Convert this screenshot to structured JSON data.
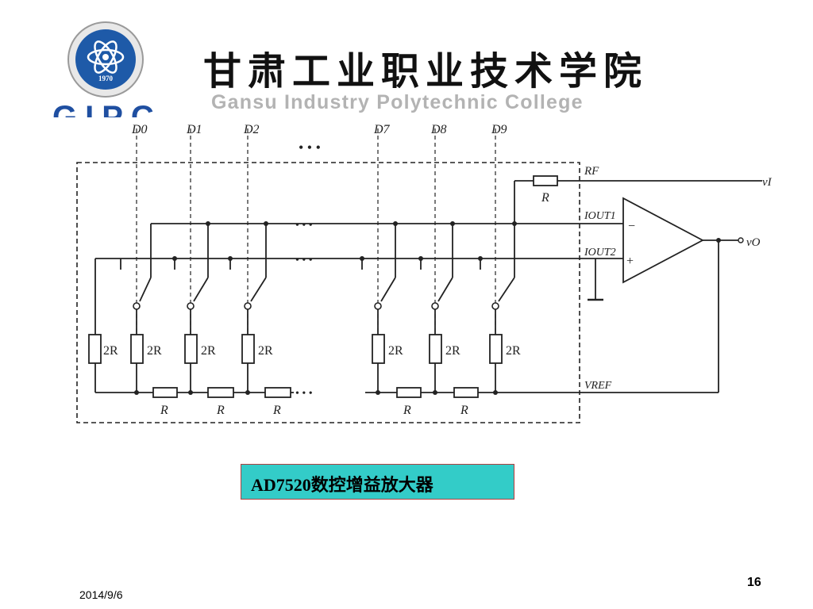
{
  "header": {
    "college_cn": "甘肃工业职业技术学院",
    "college_en": "Gansu Industry Polytechnic College",
    "abbr": "GIPC",
    "logo_year": "1970"
  },
  "circuit": {
    "bit_labels": [
      "D0",
      "D1",
      "D2",
      "D7",
      "D8",
      "D9"
    ],
    "ellipsis": "• • •",
    "resistor_2r": "2R",
    "resistor_r": "R",
    "feedback_resistor": "R",
    "pins": {
      "rf": "RF",
      "iout1": "IOUT1",
      "iout2": "IOUT2",
      "vref": "VREF"
    },
    "input_label": "vI",
    "output_label": "vO"
  },
  "caption": "AD7520数控增益放大器",
  "footer": {
    "date": "2014/9/6",
    "page": "16"
  },
  "colors": {
    "caption_bg": "#33ccc8",
    "gipc": "#1f4fa1",
    "logo_blue": "#1e5aa8"
  }
}
